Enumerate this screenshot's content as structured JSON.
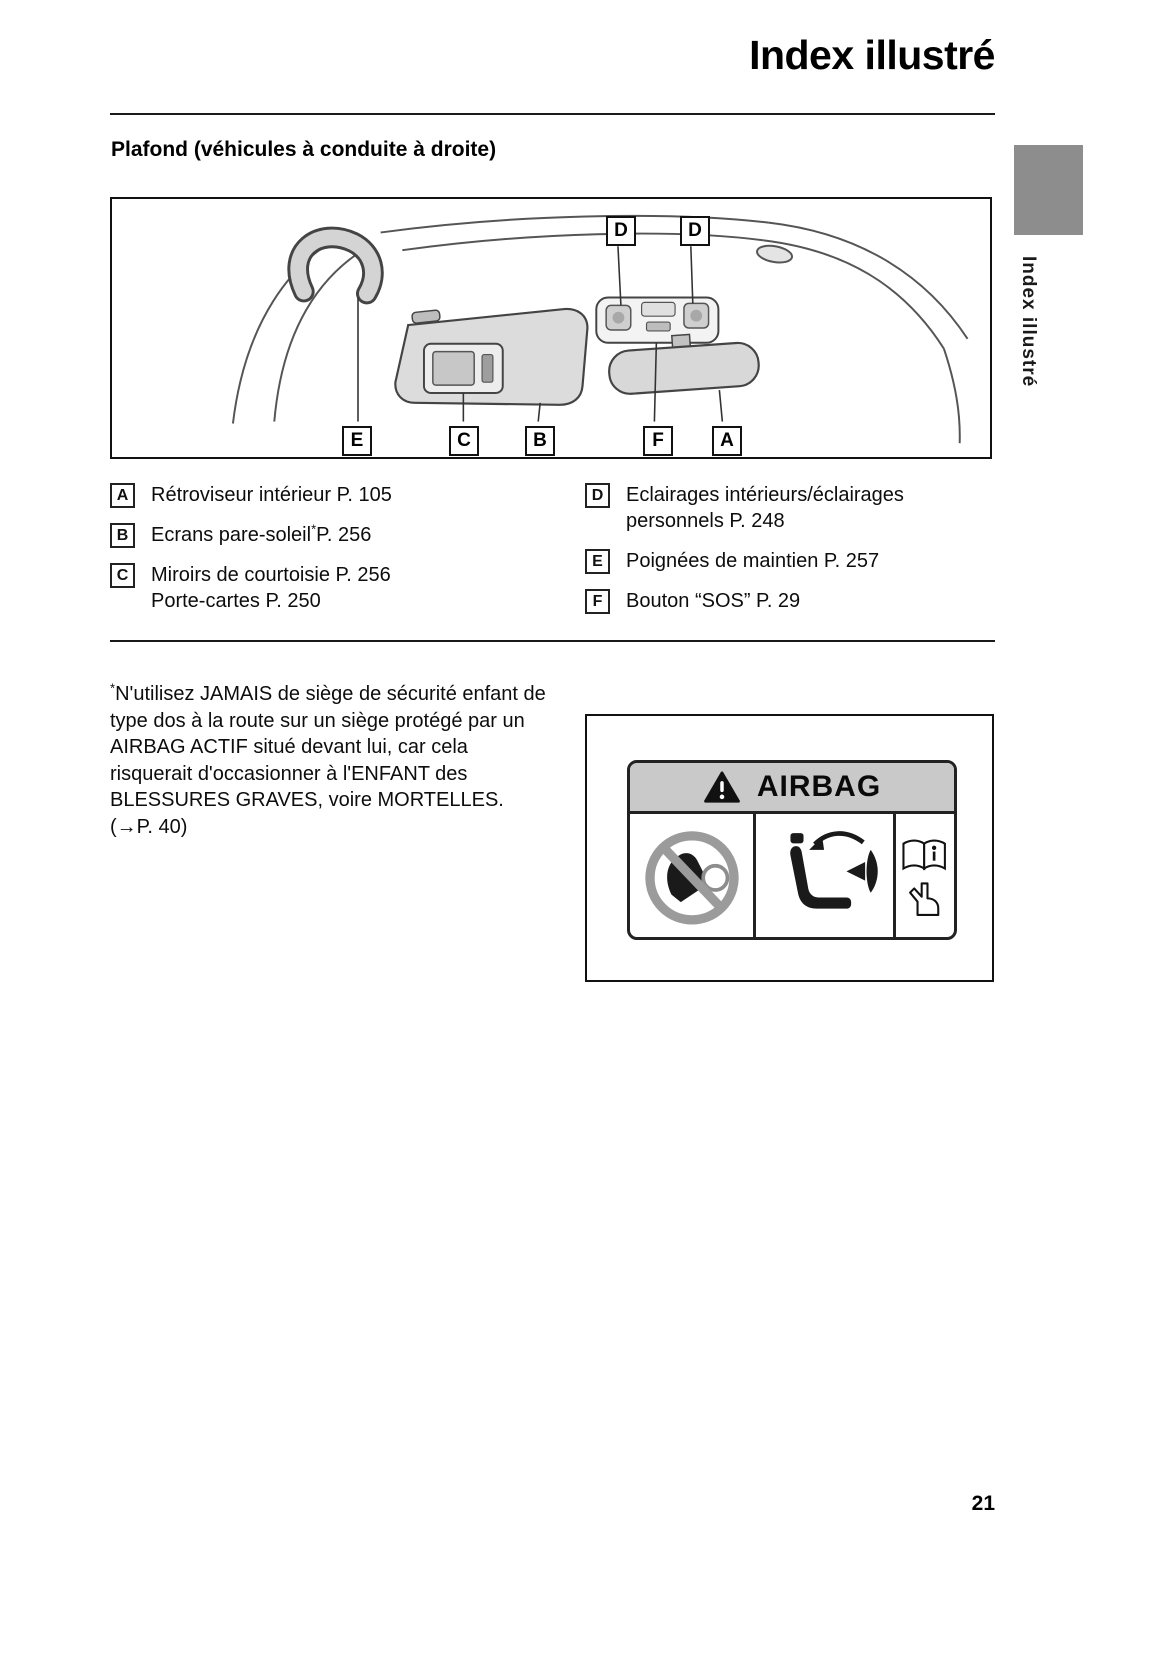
{
  "header": {
    "title": "Index illustré"
  },
  "sidebar": {
    "tab_label": "Index illustré"
  },
  "section": {
    "heading": "Plafond (véhicules à conduite à droite)"
  },
  "diagram": {
    "callouts": [
      {
        "char": "D"
      },
      {
        "char": "D"
      },
      {
        "char": "E"
      },
      {
        "char": "C"
      },
      {
        "char": "B"
      },
      {
        "char": "F"
      },
      {
        "char": "A"
      }
    ]
  },
  "legend": {
    "left": [
      {
        "key": "A",
        "text": "Rétroviseur intérieur P. 105"
      },
      {
        "key": "B",
        "text_main": "Ecrans pare-soleil",
        "sup": "*",
        "text_page": "P. 256"
      },
      {
        "key": "C",
        "line1": "Miroirs de courtoisie P. 256",
        "line2": "Porte-cartes P. 250"
      }
    ],
    "right": [
      {
        "key": "D",
        "text": "Eclairages intérieurs/éclairages personnels P. 248"
      },
      {
        "key": "E",
        "text": "Poignées de maintien P. 257"
      },
      {
        "key": "F",
        "text": "Bouton “SOS” P. 29"
      }
    ]
  },
  "note": {
    "sup": "*",
    "text": "N'utilisez JAMAIS de siège de sécurité enfant de type dos à la route sur un siège protégé par un AIRBAG ACTIF situé devant lui, car cela risquerait d'occasionner à l'ENFANT des BLESSURES GRAVES, voire MORTELLES.\n(→P. 40)"
  },
  "airbag_label": {
    "title": "AIRBAG"
  },
  "footer": {
    "page_number": "21"
  },
  "colors": {
    "tab_gray": "#8d8d8d",
    "label_header_gray": "#c9c9c9",
    "illustration_gray": "#dcdcdc"
  }
}
